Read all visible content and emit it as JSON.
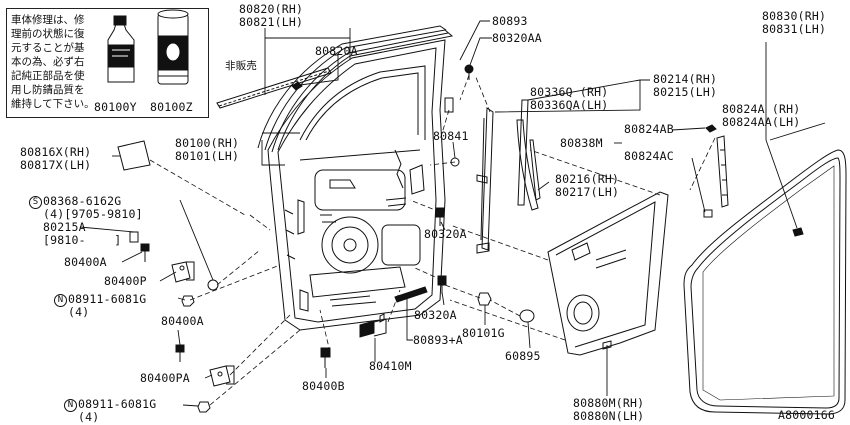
{
  "note": {
    "lines": [
      "車体修理は、修",
      "理前の状態に復",
      "元することが基",
      "本の為、必ず右",
      "記純正部品を使",
      "用し防錆品質を",
      "維持して下さい。"
    ],
    "part_a": "80100Y",
    "part_b": "80100Z"
  },
  "labels": {
    "p80820": "80820(RH)",
    "p80821": "80821(LH)",
    "p80820A": "80820A",
    "not_sold": "非販売",
    "p80893": "80893",
    "p80320AA": "80320AA",
    "p80830": "80830(RH)",
    "p80831": "80831(LH)",
    "p80214": "80214(RH)",
    "p80215": "80215(LH)",
    "p80336Q": "80336Q (RH)",
    "p80336QA": "80336QA(LH)",
    "p80100": "80100(RH)",
    "p80101": "80101(LH)",
    "p80841": "80841",
    "p80824A": "80824A (RH)",
    "p80824AA": "80824AA(LH)",
    "p80838M": "80838M",
    "p80824AB": "80824AB",
    "p80824AC": "80824AC",
    "p80816X": "80816X(RH)",
    "p80817X": "80817X(LH)",
    "s_mark": "S",
    "s_part": "08368-6162G",
    "s_qty": "(4)[9705-9810]",
    "p80215A": "80215A",
    "p80215A_sub": "[9810-    ]",
    "p80216": "80216(RH)",
    "p80217": "80217(LH)",
    "p80320A_1": "80320A",
    "p80400A_1": "80400A",
    "p80400P": "80400P",
    "n_mark_1": "N",
    "n_part_1": "08911-6081G",
    "n_qty_1": "(4)",
    "p80320A_2": "80320A",
    "p80101G": "80101G",
    "p80400A_2": "80400A",
    "p80893A": "80893+A",
    "p80410M": "80410M",
    "p60895": "60895",
    "p80400PA": "80400PA",
    "p80400B": "80400B",
    "p80880M": "80880M(RH)",
    "p80880N": "80880N(LH)",
    "n_mark_2": "N",
    "n_part_2": "08911-6081G",
    "n_qty_2": "(4)",
    "diagram_id": "A8000166"
  }
}
